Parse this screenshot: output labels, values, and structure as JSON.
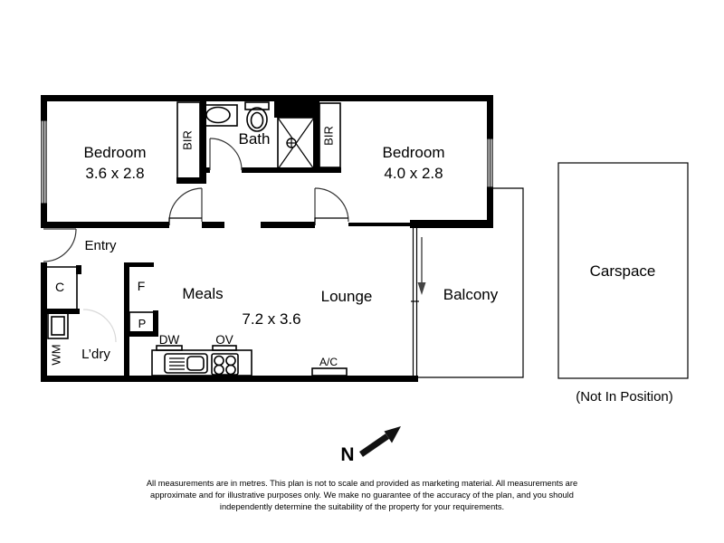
{
  "plan": {
    "bedroom1": {
      "name": "Bedroom",
      "dims": "3.6 x 2.8"
    },
    "bedroom2": {
      "name": "Bedroom",
      "dims": "4.0 x 2.8"
    },
    "bath": {
      "name": "Bath"
    },
    "entry": {
      "name": "Entry"
    },
    "living": {
      "meals": "Meals",
      "lounge": "Lounge",
      "dims": "7.2 x 3.6"
    },
    "balcony": {
      "name": "Balcony"
    },
    "laundry": {
      "name": "L’dry"
    },
    "carspace": {
      "name": "Carspace",
      "note": "(Not In Position)"
    },
    "fixtures": {
      "bir": "BIR",
      "cupboard": "C",
      "fridge": "F",
      "pantry": "P",
      "washing_machine": "WM",
      "dishwasher": "DW",
      "oven": "OV",
      "aircon": "A/C"
    }
  },
  "compass": {
    "label": "N"
  },
  "disclaimer": {
    "line1": "All measurements are in metres. This plan is not to scale and provided as marketing material. All measurements are",
    "line2": "approximate and for illustrative purposes only. We make no guarantee of the accuracy of the plan, and you should",
    "line3": "independently determine the suitability of the property for your requirements."
  },
  "colors": {
    "wall": "#000000",
    "background": "#ffffff"
  }
}
